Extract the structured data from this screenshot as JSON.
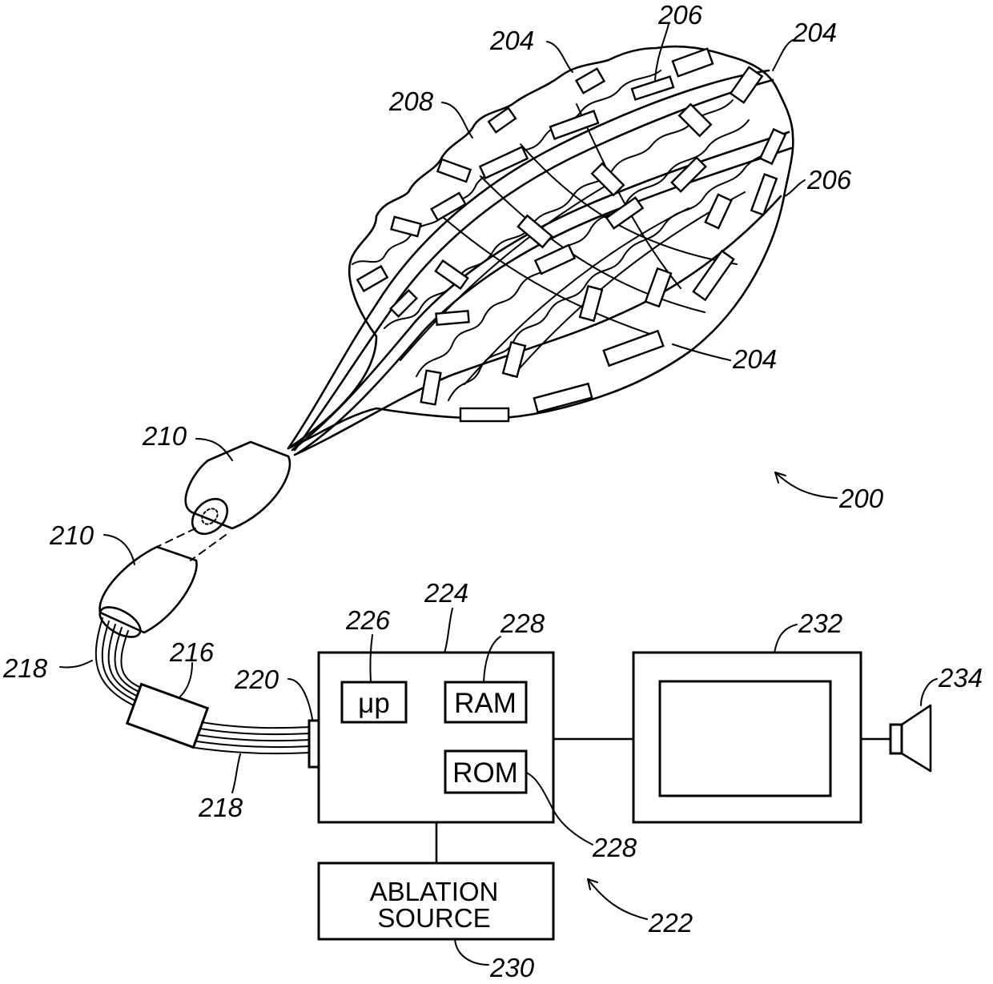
{
  "figure": {
    "reference_numerals": {
      "r200": "200",
      "r204_top": "204",
      "r204_right": "204",
      "r204_bottom": "204",
      "r206_top": "206",
      "r206_right": "206",
      "r208": "208",
      "r210_upper": "210",
      "r210_lower": "210",
      "r216": "216",
      "r218_left": "218",
      "r218_bottom": "218",
      "r220": "220",
      "r222": "222",
      "r224": "224",
      "r226": "226",
      "r228_top": "228",
      "r228_bottom": "228",
      "r230": "230",
      "r232": "232",
      "r234": "234"
    },
    "box_labels": {
      "processor": "μp",
      "ram": "RAM",
      "rom": "ROM",
      "ablation_line1": "ABLATION",
      "ablation_line2": "SOURCE"
    }
  }
}
